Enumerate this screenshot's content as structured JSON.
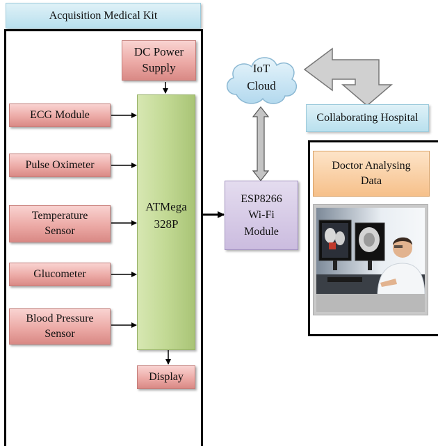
{
  "kit": {
    "title": "Acquisition Medical Kit",
    "dc_power": "DC Power\nSupply",
    "ecg": "ECG Module",
    "pulse": "Pulse Oximeter",
    "temperature": "Temperature\nSensor",
    "glucometer": "Glucometer",
    "blood_pressure": "Blood Pressure\nSensor",
    "mcu": "ATMega\n328P",
    "display": "Display"
  },
  "network": {
    "esp": "ESP8266\nWi-Fi\nModule",
    "cloud": "IoT\nCloud",
    "hospital": "Collaborating Hospital"
  },
  "doctor": {
    "label": "Doctor Analysing\nData",
    "photo": "doctor-at-monitors-photo"
  },
  "colors": {
    "module_fill": "#ecaaa6",
    "mcu_fill": "#c2d994",
    "esp_fill": "#cbbcdf",
    "label_fill": "#b9e0ee",
    "doctor_label_fill": "#f6c08a",
    "cloud_fill": "#c7e3f2"
  }
}
